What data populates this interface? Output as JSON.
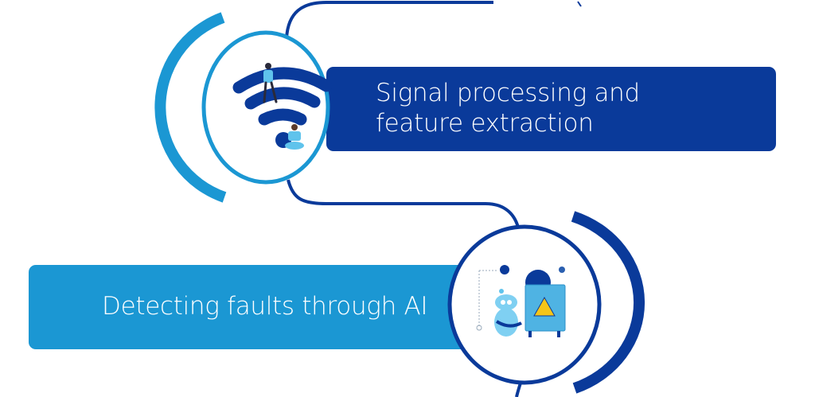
{
  "steps": [
    {
      "label_line1": "Signal processing and",
      "label_line2": "feature extraction",
      "icon": "wifi-people-icon",
      "color": "#0a3a9a"
    },
    {
      "label": "Detecting faults through AI",
      "icon": "robot-fault-icon",
      "color": "#1b97d3"
    }
  ],
  "colors": {
    "dark_blue": "#0a3a9a",
    "light_blue": "#1b97d3"
  }
}
